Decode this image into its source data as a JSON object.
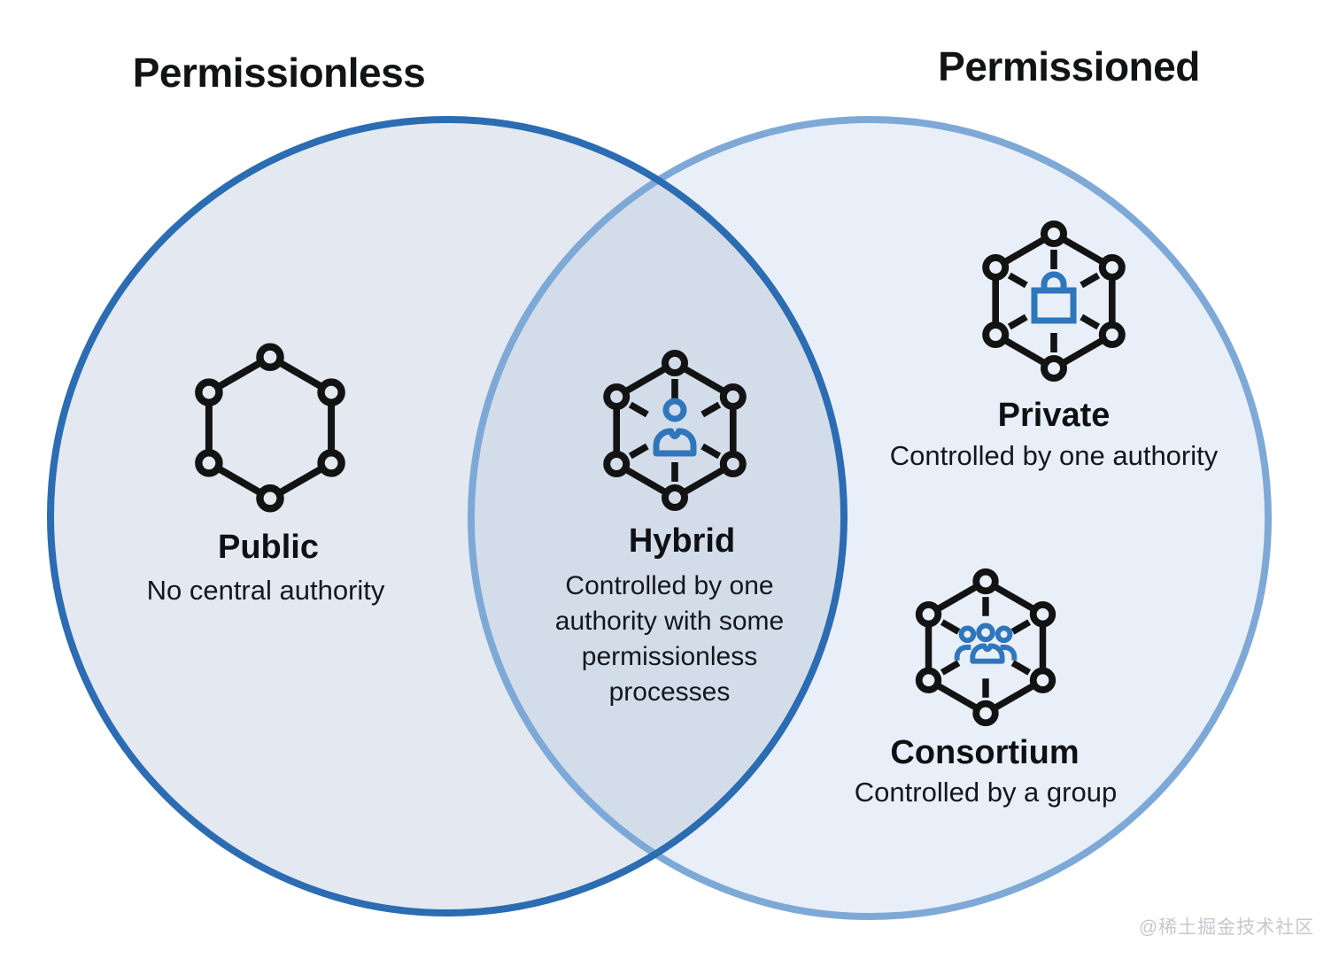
{
  "venn": {
    "left_circle": {
      "title": "Permissionless",
      "fill": "#e3e8f1",
      "stroke": "#2b6cb2"
    },
    "right_circle": {
      "title": "Permissioned",
      "fill": "#e9eff8",
      "stroke": "#7ea9d7"
    },
    "overlap_fill": "#d3ddea",
    "network_color": "#131313",
    "icon_accent_color": "#2f76bc"
  },
  "regions": {
    "public": {
      "label": "Public",
      "description": "No central authority",
      "icon": "network-icon"
    },
    "hybrid": {
      "label": "Hybrid",
      "description": "Controlled by one authority with some permissionless processes",
      "icon": "network-person-icon"
    },
    "private": {
      "label": "Private",
      "description": "Controlled by one authority",
      "icon": "network-lock-icon"
    },
    "consortium": {
      "label": "Consortium",
      "description": "Controlled by a group",
      "icon": "network-group-icon"
    }
  },
  "watermark": "@稀土掘金技术社区"
}
